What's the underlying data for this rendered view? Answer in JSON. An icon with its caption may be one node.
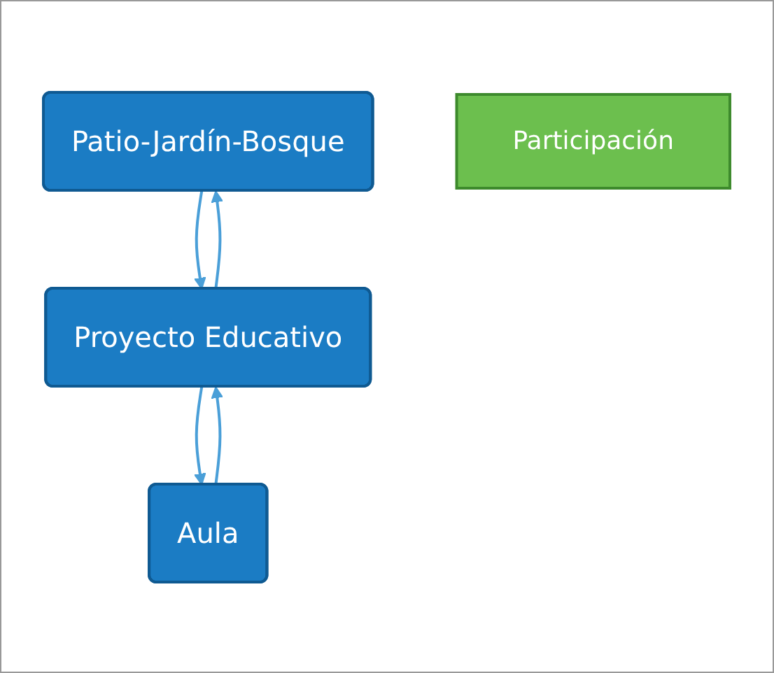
{
  "diagram": {
    "nodes": [
      {
        "text": [
          "Patio-Jardín-Bosque"
        ]
      },
      {
        "text": [
          "Proyecto Educativo"
        ]
      },
      {
        "text": [
          "Aula"
        ]
      },
      {
        "text": [
          "Participación"
        ]
      }
    ],
    "edges": [
      {
        "from": 0,
        "to": 1,
        "arrow": "to"
      },
      {
        "from": 1,
        "to": 0,
        "arrow": "to"
      },
      {
        "from": 1,
        "to": 2,
        "arrow": "to"
      },
      {
        "from": 2,
        "to": 1,
        "arrow": "to"
      }
    ]
  }
}
